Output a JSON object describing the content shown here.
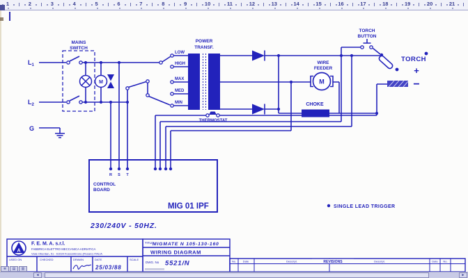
{
  "window": {
    "ruler_numbers": [
      1,
      2,
      3,
      4,
      5,
      6,
      7,
      8,
      9,
      10,
      11,
      12,
      13,
      14,
      15,
      16,
      17,
      18,
      19,
      20,
      21
    ]
  },
  "diagram": {
    "l1": "L",
    "l1_sub": "1",
    "l2": "L",
    "l2_sub": "2",
    "g": "G",
    "mains_switch": [
      "MAINS",
      "SWITCH"
    ],
    "power_transf": [
      "POWER",
      "TRANSF."
    ],
    "taps": [
      "LOW",
      "HIGH",
      "MAX",
      "MED",
      "MIN"
    ],
    "thermostat": "THERMOSTAT",
    "torch_button": [
      "TORCH",
      "BUTTON"
    ],
    "torch": "TORCH",
    "plus": "+",
    "minus": "−",
    "wire_feeder": [
      "WIRE",
      "FEEDER"
    ],
    "choke": "CHOKE",
    "motor_m": "M",
    "fan_motor_m": "M",
    "control_board": [
      "CONTROL",
      "BOARD"
    ],
    "board_model": "MIG 01 IPF",
    "terminals": [
      "R",
      "S",
      "T"
    ],
    "voltage_note": "230/240V - 50HZ.",
    "trigger_note": "SINGLE LEAD TRIGGER"
  },
  "titleblock": {
    "company": "F. E. M. A. s.r.l.",
    "company_sub": "FABBRICA ELETTRO MECCANICA ADRIATICA",
    "address": "Viale Oberdan, 51 - 61034 Fossombrone (Pesaro) ITALIA",
    "used_on": "USED ON",
    "checked": "CHECKED",
    "drawn": "DRAWN",
    "date_label": "DATE",
    "scale_label": "SCALE",
    "date_value": "25/03/88",
    "title_label": "TITLE",
    "title_value": "MIGMATE N 105-130-160",
    "subtitle": "WIRING DIAGRAM",
    "dwg_label": "DWG. No",
    "dwg_value": "5521/N",
    "revisions_title": "REVISIONS",
    "rev_cols": [
      "No.",
      "Date",
      "Descript.",
      "Descript.",
      "Date",
      "No."
    ],
    "logo_letter": "A"
  },
  "scrollbar": {
    "left_arrow": "◄",
    "right_arrow": "►",
    "view_glyphs": [
      "≣",
      "▤",
      "▥"
    ]
  },
  "colors": {
    "ink": "#2222bb",
    "ruler_bg": "#f0f1f9",
    "scroll_track": "#c8cae6",
    "scroll_thumb": "#dfe1f3"
  }
}
